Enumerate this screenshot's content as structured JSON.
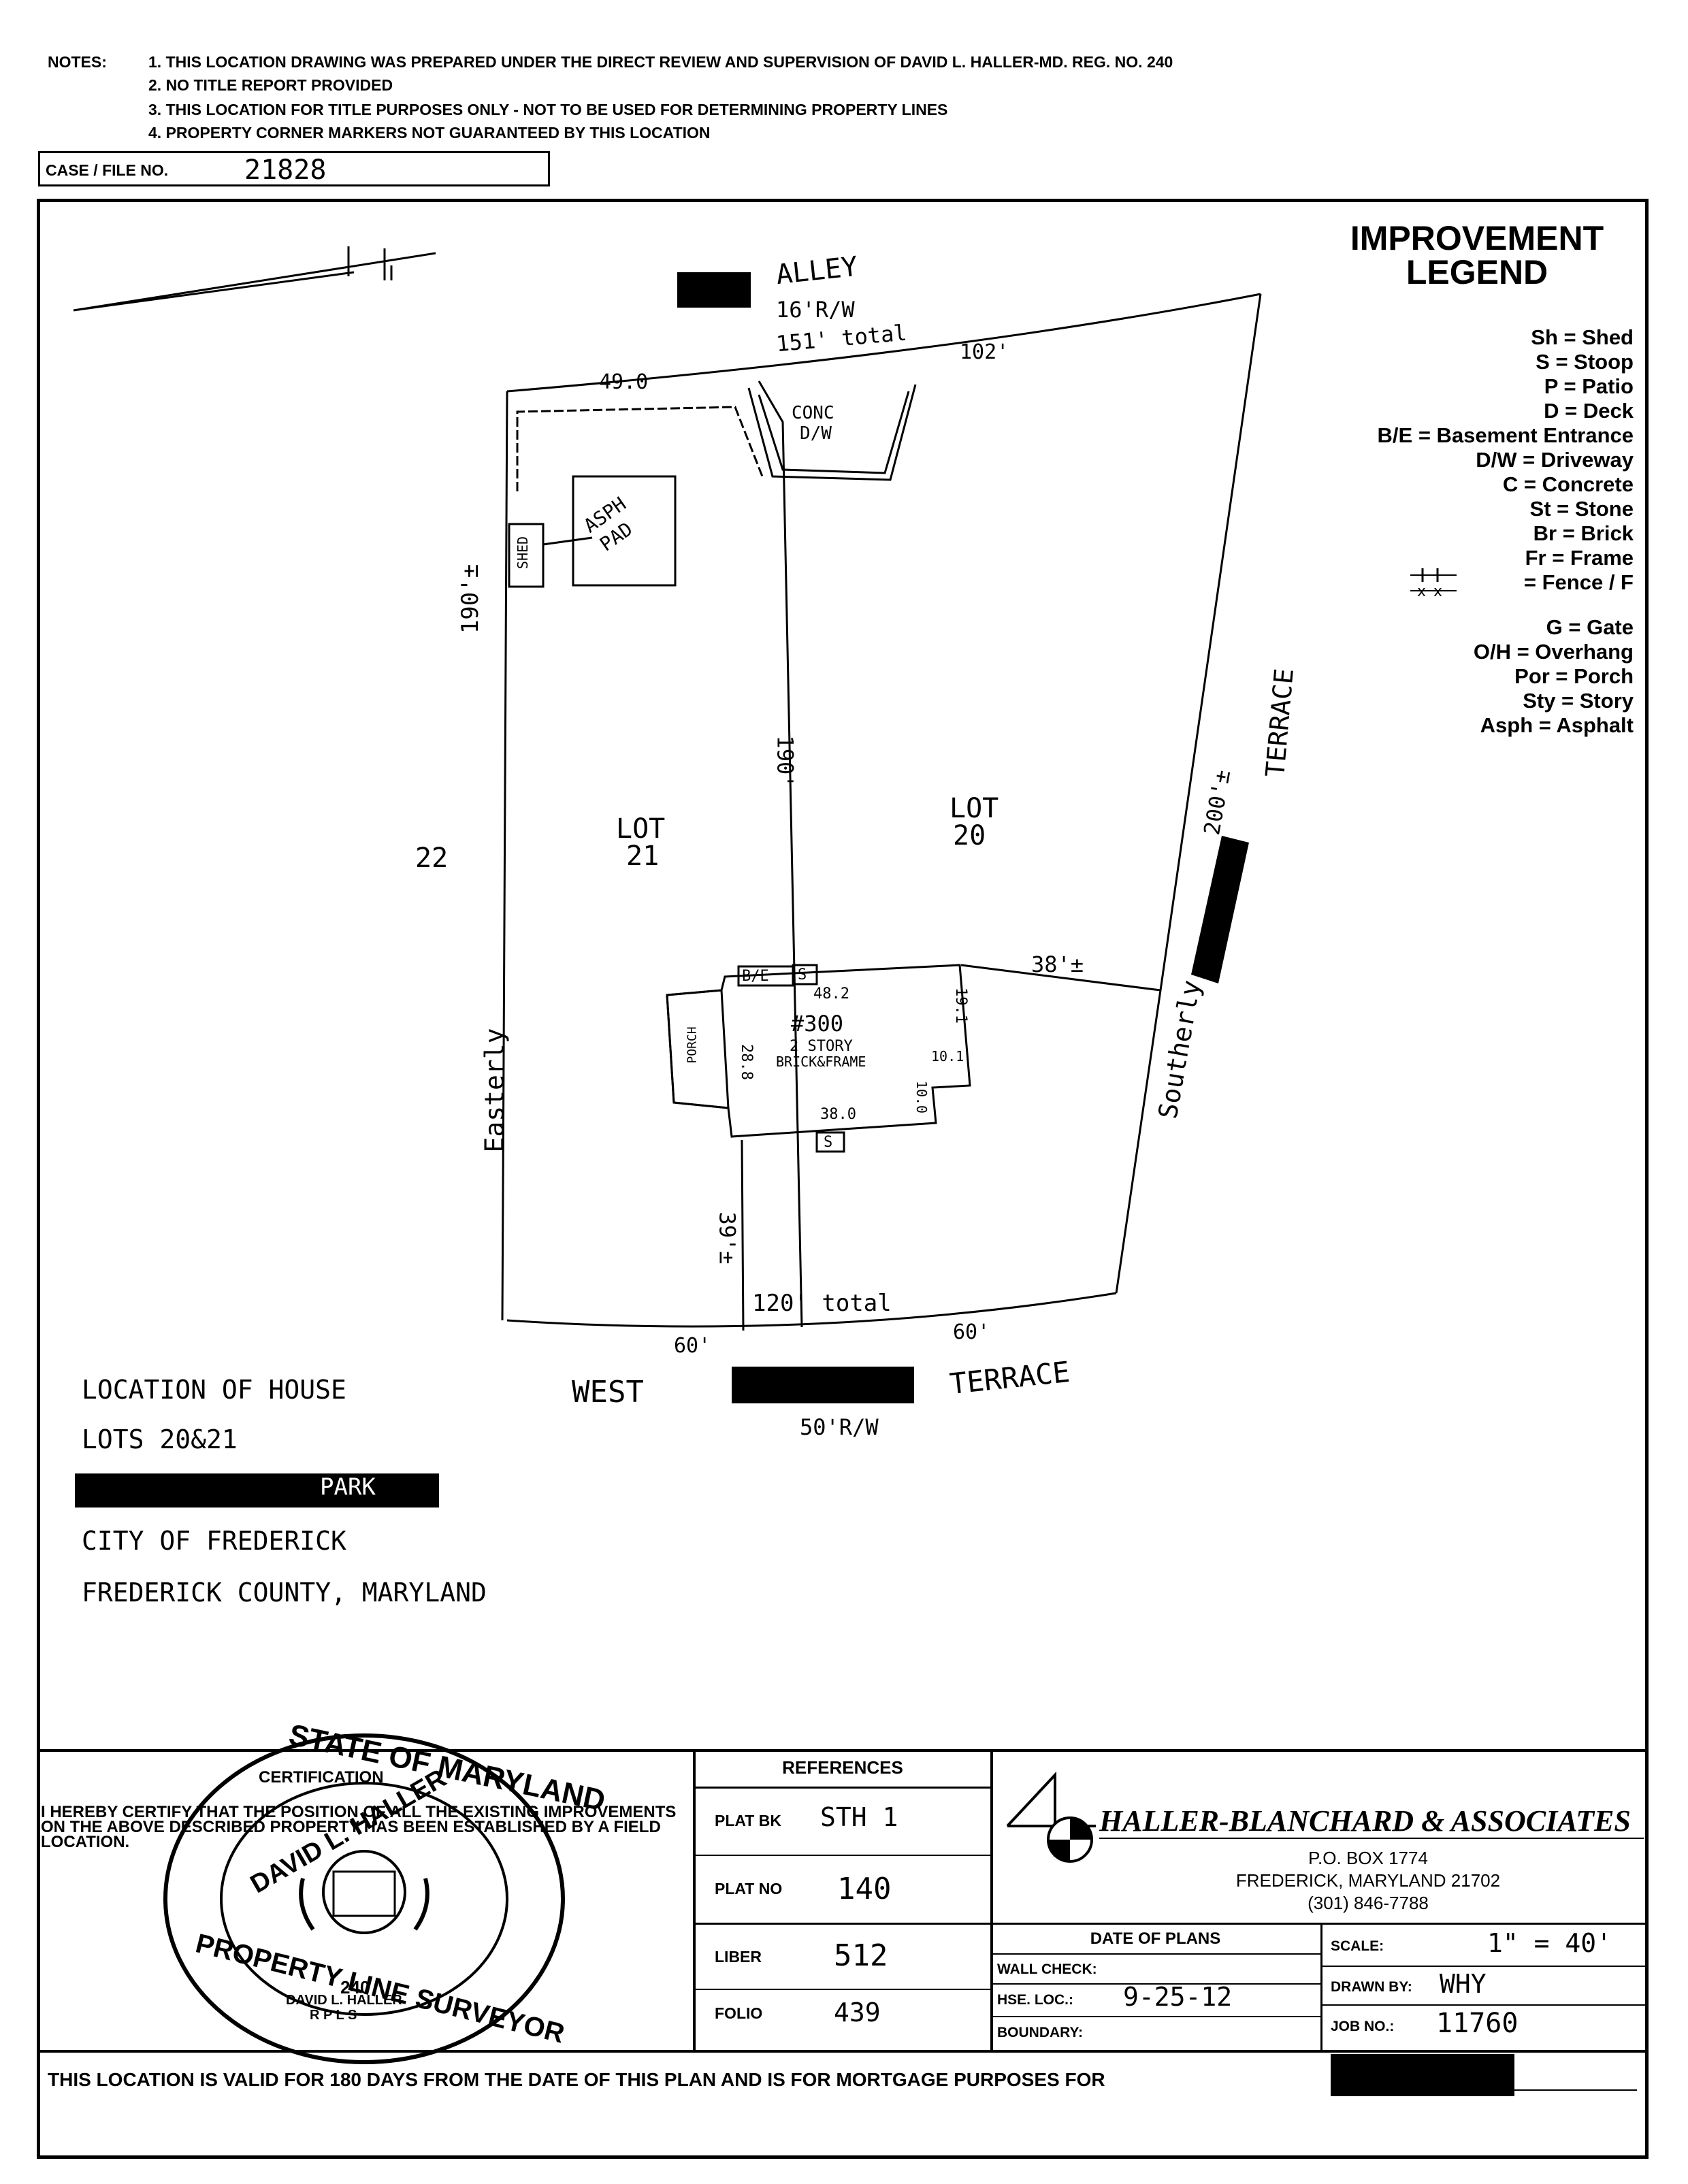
{
  "notes": {
    "label": "NOTES:",
    "items": [
      "1. THIS LOCATION DRAWING WAS PREPARED UNDER THE DIRECT REVIEW AND SUPERVISION OF DAVID L. HALLER-MD. REG. NO. 240",
      "2. NO TITLE REPORT PROVIDED",
      "3. THIS LOCATION FOR TITLE PURPOSES ONLY - NOT TO BE USED FOR DETERMINING PROPERTY LINES",
      "4. PROPERTY CORNER MARKERS NOT GUARANTEED BY THIS LOCATION"
    ]
  },
  "case": {
    "label": "CASE / FILE NO.",
    "value": "21828"
  },
  "legend": {
    "title_line1": "IMPROVEMENT",
    "title_line2": "LEGEND",
    "items": [
      "Sh = Shed",
      "S = Stoop",
      "P = Patio",
      "D = Deck",
      "B/E = Basement Entrance",
      "D/W = Driveway",
      "C = Concrete",
      "St = Stone",
      "Br = Brick",
      "Fr = Frame",
      "= Fence / F",
      "G = Gate",
      "O/H = Overhang",
      "Por = Porch",
      "Sty = Story",
      "Asph = Asphalt"
    ]
  },
  "plan": {
    "alley": "ALLEY",
    "alley_rw": "16'R/W",
    "top_total": "151' total",
    "top_right": "102'",
    "top_left": "49.0",
    "conc_dw_1": "CONC",
    "conc_dw_2": "D/W",
    "shed": "SHED",
    "asph_pad_1": "ASPH",
    "asph_pad_2": "PAD",
    "left_dim": "190'±",
    "mid_dim": "190'",
    "right_dim": "200'±",
    "lot21_1": "LOT",
    "lot21_2": "21",
    "lot20_1": "LOT",
    "lot20_2": "20",
    "lot22": "22",
    "terrace_right": "TERRACE",
    "easterly": "Easterly",
    "southerly": "Southerly",
    "be": "B/E",
    "s_top": "S",
    "house_no": "#300",
    "stories": "2 STORY",
    "material": "BRICK&FRAME",
    "porch": "PORCH",
    "d482": "48.2",
    "d191": "19.1",
    "d288": "28.8",
    "d101": "10.1",
    "d100": "10.0",
    "d380": "38.0",
    "s_bottom": "S",
    "side_38": "38'±",
    "front_39": "39'±",
    "bottom_total": "120' total",
    "bottom_left": "60'",
    "bottom_right": "60'",
    "street_west": "WEST",
    "street_terrace": "TERRACE",
    "street_rw": "50'R/W"
  },
  "location": {
    "line1": "LOCATION OF HOUSE",
    "line2": "LOTS 20&21",
    "line3": "PARK",
    "line4": "CITY OF FREDERICK",
    "line5": "FREDERICK COUNTY, MARYLAND"
  },
  "certification": {
    "title": "CERTIFICATION",
    "text": "I HEREBY CERTIFY THAT THE POSITION OF ALL THE EXISTING IMPROVEMENTS ON THE ABOVE DESCRIBED PROPERTY HAS BEEN ESTABLISHED BY A FIELD LOCATION.",
    "seal_top": "STATE OF MARYLAND",
    "seal_name": "DAVID L. HALLER",
    "seal_bottom": "PROPERTY LINE SURVEYOR",
    "seal_reg": "240",
    "seal_rps": "R P L S",
    "seal_name2": "DAVID L. HALLER"
  },
  "references": {
    "title": "REFERENCES",
    "plat_bk_label": "PLAT BK",
    "plat_bk_value": "STH 1",
    "plat_no_label": "PLAT NO",
    "plat_no_value": "140",
    "liber_label": "LIBER",
    "liber_value": "512",
    "folio_label": "FOLIO",
    "folio_value": "439"
  },
  "company": {
    "name": "HALLER-BLANCHARD & ASSOCIATES",
    "address1": "P.O. BOX 1774",
    "address2": "FREDERICK, MARYLAND 21702",
    "phone": "(301) 846-7788"
  },
  "dates": {
    "title": "DATE OF PLANS",
    "wall_check": "WALL CHECK:",
    "hse_loc": "HSE. LOC.:",
    "hse_loc_value": "9-25-12",
    "boundary": "BOUNDARY:"
  },
  "meta": {
    "scale_label": "SCALE:",
    "scale_value": "1\" = 40'",
    "drawn_label": "DRAWN BY:",
    "drawn_value": "WHY",
    "job_label": "JOB NO.:",
    "job_value": "11760"
  },
  "footer": {
    "text": "THIS LOCATION IS VALID FOR 180 DAYS FROM THE DATE OF THIS PLAN AND IS FOR MORTGAGE PURPOSES FOR"
  },
  "colors": {
    "ink": "#000000",
    "paper": "#ffffff"
  }
}
